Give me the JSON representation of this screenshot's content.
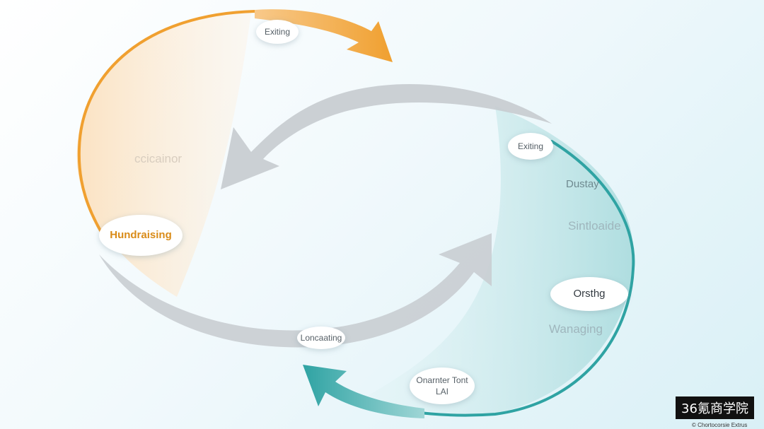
{
  "colors": {
    "orange": "#f0a030",
    "teal": "#2fa3a3",
    "grey": "#c6cbcf"
  },
  "nodes": {
    "exiting_top": "Exiting",
    "hundraising": "Hundraising",
    "exiting_right": "Exiting",
    "orsthg": "Orsthg",
    "loncaating": "Loncaating",
    "onarnter_line1": "Onarnter Tont",
    "onarnter_line2": "LAI"
  },
  "labels": {
    "left_faint": "ccicainor",
    "right_1": "Dustay",
    "right_2": "Sintloaide",
    "right_3": "Wanaging"
  },
  "watermark": {
    "text": "36氪商学院",
    "credit": "© Chortocorsie Extrus"
  }
}
